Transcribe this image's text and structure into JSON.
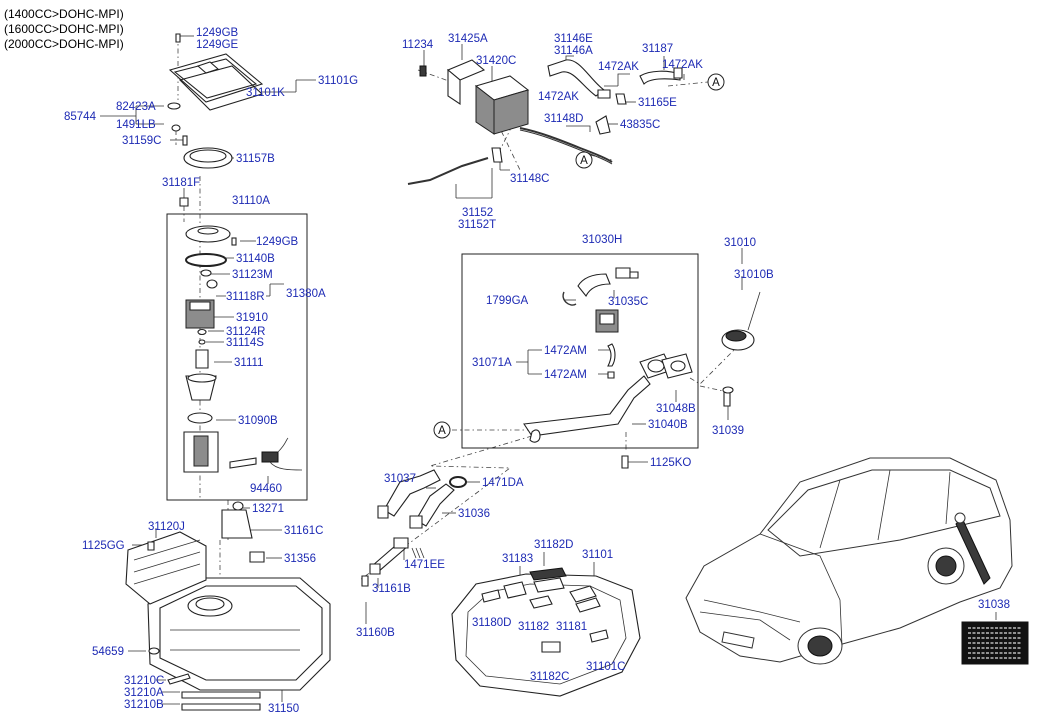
{
  "engine_notes": [
    "(1400CC>DOHC-MPI)",
    "(1600CC>DOHC-MPI)",
    "(2000CC>DOHC-MPI)"
  ],
  "callouts": {
    "a": "A",
    "p1249GB_top": "1249GB",
    "p1249GE": "1249GE",
    "p31101G": "31101G",
    "p31101K": "31101K",
    "p82423A": "82423A",
    "p85744": "85744",
    "p1491LB": "1491LB",
    "p31159C": "31159C",
    "p31157B": "31157B",
    "p31181F": "31181F",
    "p31110A": "31110A",
    "p1249GB": "1249GB",
    "p31140B": "31140B",
    "p31123M": "31123M",
    "p31118R": "31118R",
    "p31380A": "31380A",
    "p31910": "31910",
    "p31124R": "31124R",
    "p31114S": "31114S",
    "p31111": "31111",
    "p31090B": "31090B",
    "p94460": "94460",
    "p13271": "13271",
    "p31120J": "31120J",
    "p31161C": "31161C",
    "p1125GG": "1125GG",
    "p31356": "31356",
    "p54659": "54659",
    "p31210C": "31210C",
    "p31210A": "31210A",
    "p31210B": "31210B",
    "p31150": "31150",
    "p11234": "11234",
    "p31425A": "31425A",
    "p31420C": "31420C",
    "p31146E": "31146E",
    "p31146A": "31146A",
    "p31187": "31187",
    "p1472AK_a": "1472AK",
    "p1472AK_b": "1472AK",
    "p1472AK_c": "1472AK",
    "p31165E": "31165E",
    "p31148D": "31148D",
    "p43835C": "43835C",
    "p31148C": "31148C",
    "p31152": "31152",
    "p31152T": "31152T",
    "p31030H": "31030H",
    "p1799GA": "1799GA",
    "p31035C": "31035C",
    "p31071A": "31071A",
    "p1472AM_a": "1472AM",
    "p1472AM_b": "1472AM",
    "p31048B": "31048B",
    "p31040B": "31040B",
    "p1125KO": "1125KO",
    "p31039": "31039",
    "p31010": "31010",
    "p31010B": "31010B",
    "p31037": "31037",
    "p1471DA": "1471DA",
    "p31036": "31036",
    "p1471EE": "1471EE",
    "p31161B": "31161B",
    "p31160B": "31160B",
    "p31182D": "31182D",
    "p31183": "31183",
    "p31101": "31101",
    "p31180D": "31180D",
    "p31182": "31182",
    "p31181": "31181",
    "p31101C": "31101C",
    "p31182C": "31182C",
    "p31038": "31038"
  }
}
